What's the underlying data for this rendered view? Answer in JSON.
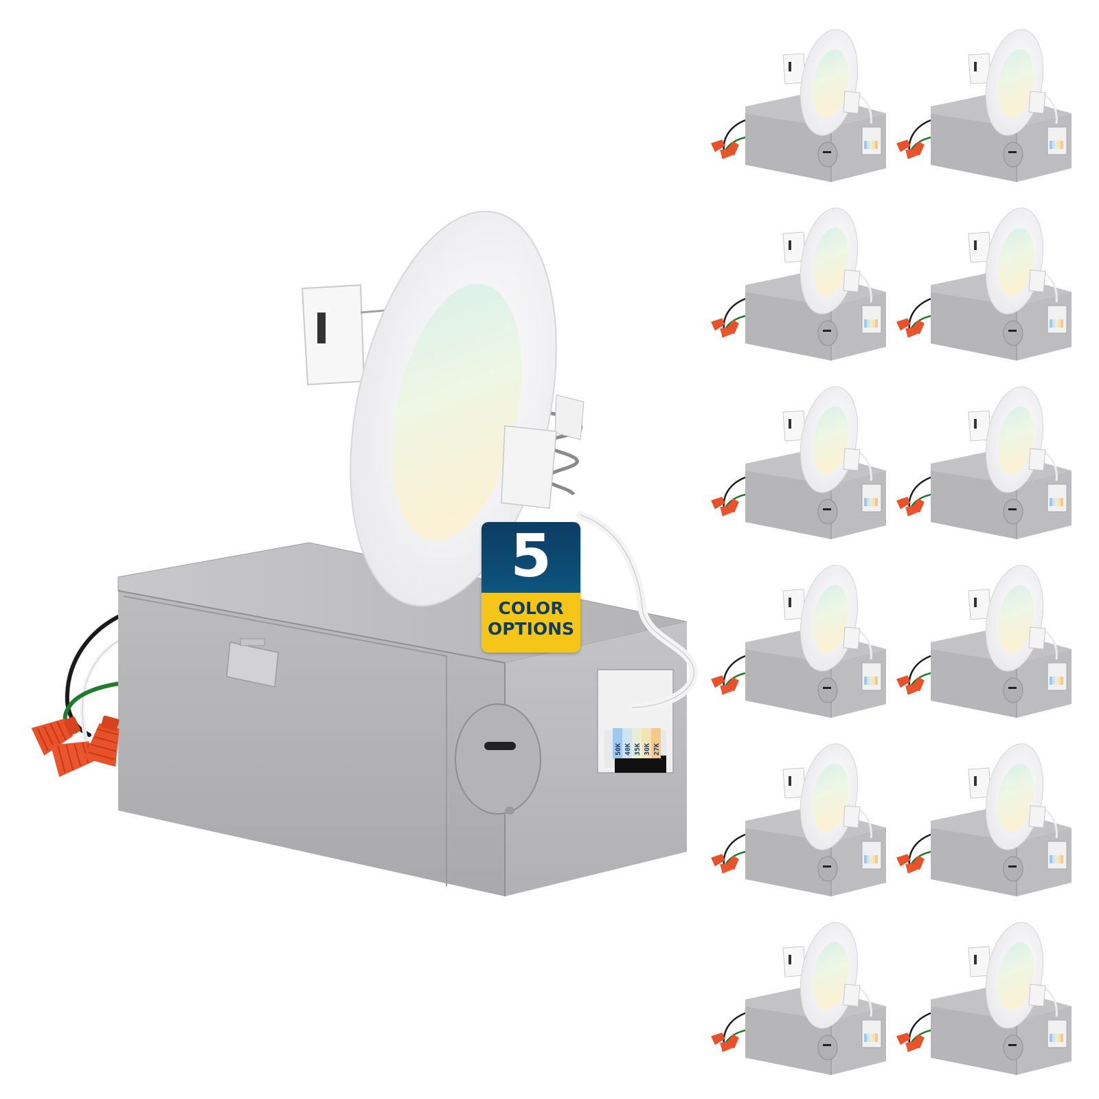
{
  "badge": {
    "number": "5",
    "line1": "COLOR",
    "line2": "OPTIONS",
    "top_color": "#0d3d63",
    "bottom_color": "#f5c518"
  },
  "switch_labels": [
    "50K",
    "40K",
    "35K",
    "30K",
    "27K"
  ],
  "switch_colors": [
    "#9ec9ef",
    "#cfe3f6",
    "#e6efd3",
    "#f3e3b6",
    "#f6c98b"
  ],
  "product": {
    "trim_color": "#ffffff",
    "box_color": "#b9b9bb",
    "wire_nut_color": "#e8512a",
    "pack_count": 12
  },
  "icons": [
    "wire-nut-icon",
    "junction-box-icon",
    "led-downlight-icon"
  ]
}
